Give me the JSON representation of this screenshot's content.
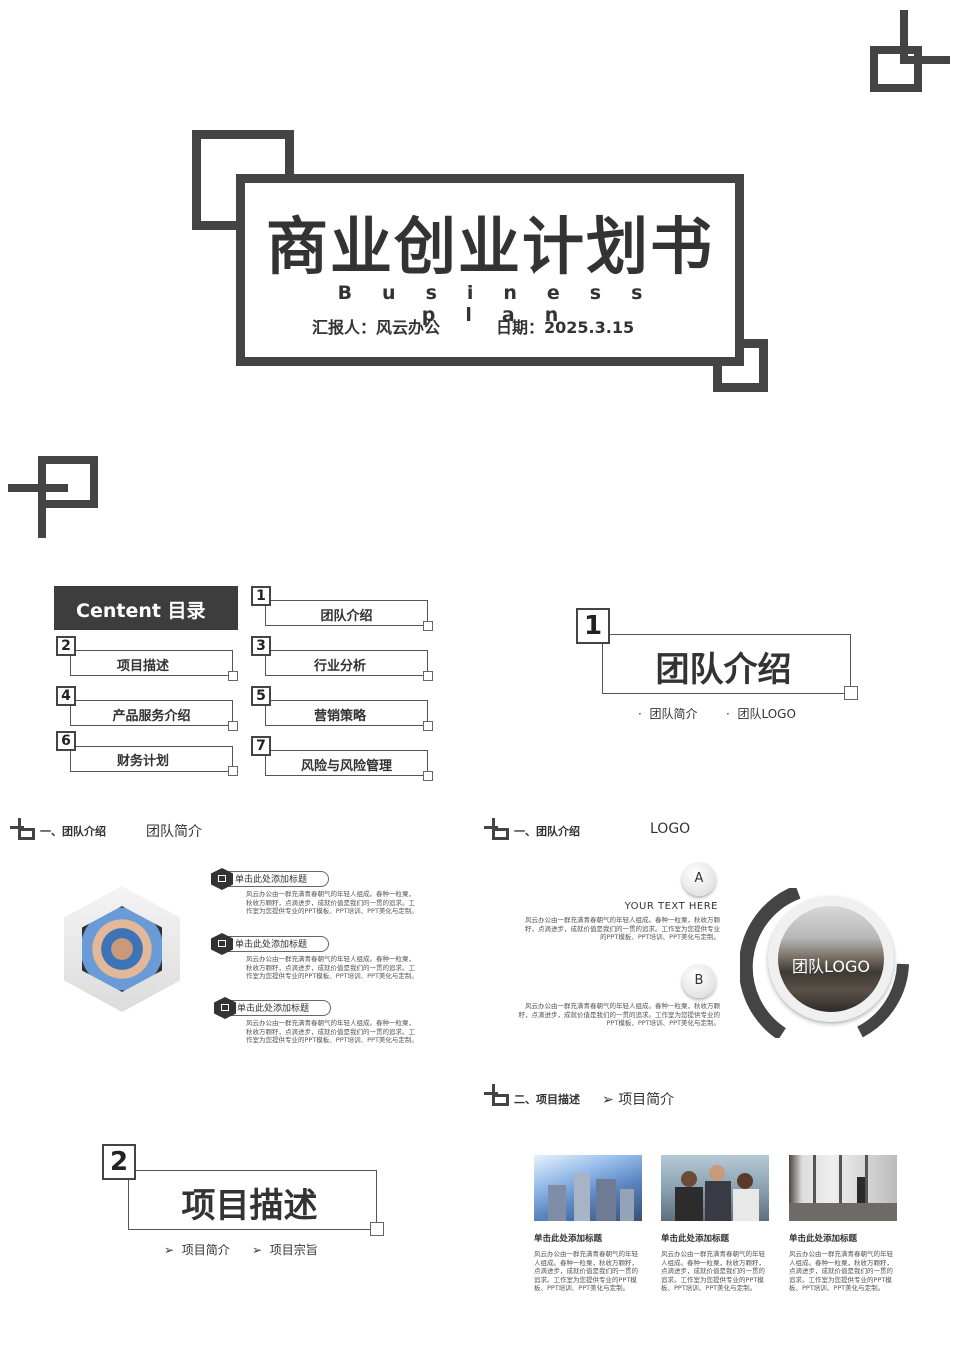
{
  "cover": {
    "title": "商业创业计划书",
    "subtitle": "Business plan",
    "reporter": "汇报人：风云办公",
    "date": "日期：2025.3.15"
  },
  "toc": {
    "header": "Centent 目录",
    "items": [
      {
        "num": "1",
        "label": "团队介绍"
      },
      {
        "num": "2",
        "label": "项目描述"
      },
      {
        "num": "3",
        "label": "行业分析"
      },
      {
        "num": "4",
        "label": "产品服务介绍"
      },
      {
        "num": "5",
        "label": "营销策略"
      },
      {
        "num": "6",
        "label": "财务计划"
      },
      {
        "num": "7",
        "label": "风险与风险管理"
      }
    ]
  },
  "section1": {
    "num": "1",
    "title": "团队介绍",
    "bullets": [
      "团队简介",
      "团队LOGO"
    ]
  },
  "team_intro": {
    "heading": "一、团队介绍",
    "subheading": "团队简介",
    "items": [
      {
        "title": "单击此处添加标题",
        "text": "风云办公由一群充满青春朝气的年轻人组成。春种一粒粟，秋收万颗籽，点滴进步，成就价值是我们的一贯的追求。工作室为您提供专业的PPT模板、PPT培训、PPT美化与定制。"
      },
      {
        "title": "单击此处添加标题",
        "text": "风云办公由一群充满青春朝气的年轻人组成。春种一粒粟，秋收万颗籽，点滴进步，成就价值是我们的一贯的追求。工作室为您提供专业的PPT模板、PPT培训、PPT美化与定制。"
      },
      {
        "title": "单击此处添加标题",
        "text": "风云办公由一群充满青春朝气的年轻人组成。春种一粒粟，秋收万颗籽，点滴进步，成就价值是我们的一贯的追求。工作室为您提供专业的PPT模板、PPT培训、PPT美化与定制。"
      }
    ]
  },
  "team_logo": {
    "heading": "一、团队介绍",
    "subheading": "LOGO",
    "a_label": "A",
    "b_label": "B",
    "your_text": "YOUR TEXT HERE",
    "text_a": "风云办公由一群充满青春朝气的年轻人组成。春种一粒粟，秋收万颗籽，点滴进步，成就价值是我们的一贯的追求。工作室为您提供专业的PPT模板、PPT培训、PPT美化与定制。",
    "text_b": "风云办公由一群充满青春朝气的年轻人组成。春种一粒粟，秋收万颗籽，点滴进步，成就价值是我们的一贯的追求。工作室为您提供专业的PPT模板、PPT培训、PPT美化与定制。",
    "logo_text": "团队LOGO"
  },
  "section2": {
    "num": "2",
    "title": "项目描述",
    "bullets": [
      "项目简介",
      "项目宗旨"
    ]
  },
  "project_intro": {
    "heading": "二、项目描述",
    "subheading": "项目简介",
    "cards": [
      {
        "title": "单击此处添加标题",
        "text": "风云办公由一群充满青春朝气的年轻人组成。春种一粒粟，秋收万颗籽，点滴进步，成就价值是我们的一贯的追求。工作室为您提供专业的PPT模板、PPT培训、PPT美化与定制。"
      },
      {
        "title": "单击此处添加标题",
        "text": "风云办公由一群充满青春朝气的年轻人组成。春种一粒粟，秋收万颗籽，点滴进步，成就价值是我们的一贯的追求。工作室为您提供专业的PPT模板、PPT培训、PPT美化与定制。"
      },
      {
        "title": "单击此处添加标题",
        "text": "风云办公由一群充满青春朝气的年轻人组成。春种一粒粟，秋收万颗籽，点滴进步，成就价值是我们的一贯的追求。工作室为您提供专业的PPT模板、PPT培训、PPT美化与定制。"
      }
    ]
  },
  "colors": {
    "frame": "#444444",
    "header_bg": "#3d3d3d"
  }
}
